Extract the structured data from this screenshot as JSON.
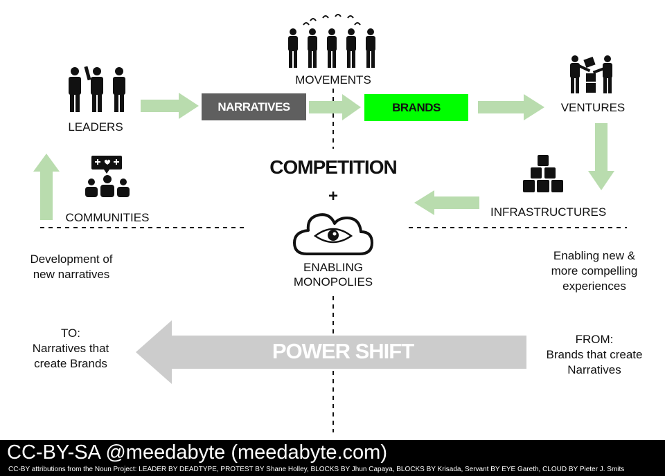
{
  "nodes": {
    "leaders": "LEADERS",
    "narratives": "NARRATIVES",
    "movements": "MOVEMENTS",
    "brands": "BRANDS",
    "ventures": "VENTURES",
    "infrastructures": "INFRASTRUCTURES",
    "communities": "COMMUNITIES"
  },
  "center": {
    "competition": "COMPETITION",
    "plus": "+",
    "enabling_line1": "ENABLING",
    "enabling_line2": "MONOPOLIES"
  },
  "notes": {
    "left_line1": "Development of",
    "left_line2": "new narratives",
    "right_line1": "Enabling new &",
    "right_line2": "more compelling",
    "right_line3": "experiences"
  },
  "power_shift": {
    "label": "POWER SHIFT",
    "to_line1": "TO:",
    "to_line2": "Narratives that",
    "to_line3": "create Brands",
    "from_line1": "FROM:",
    "from_line2": "Brands that create",
    "from_line3": "Narratives"
  },
  "footer": {
    "license": "CC-BY-SA @meedabyte (meedabyte.com)",
    "attribution": "CC-BY attributions from the Noun Project: LEADER BY DEADTYPE, PROTEST BY Shane Holley, BLOCKS BY Jhun Capaya, BLOCKS BY Krisada, Servant BY EYE Gareth, CLOUD BY Pieter J. Smits"
  },
  "colors": {
    "arrow_green": "#b9dcae",
    "narratives_box": "#5f5f5f",
    "brands_box": "#00ff00",
    "power_arrow": "#cccccc",
    "footer_bg": "#000000"
  },
  "icons": [
    "leaders-icon",
    "movements-icon",
    "ventures-icon",
    "infrastructures-icon",
    "communities-icon",
    "cloud-eye-icon"
  ]
}
